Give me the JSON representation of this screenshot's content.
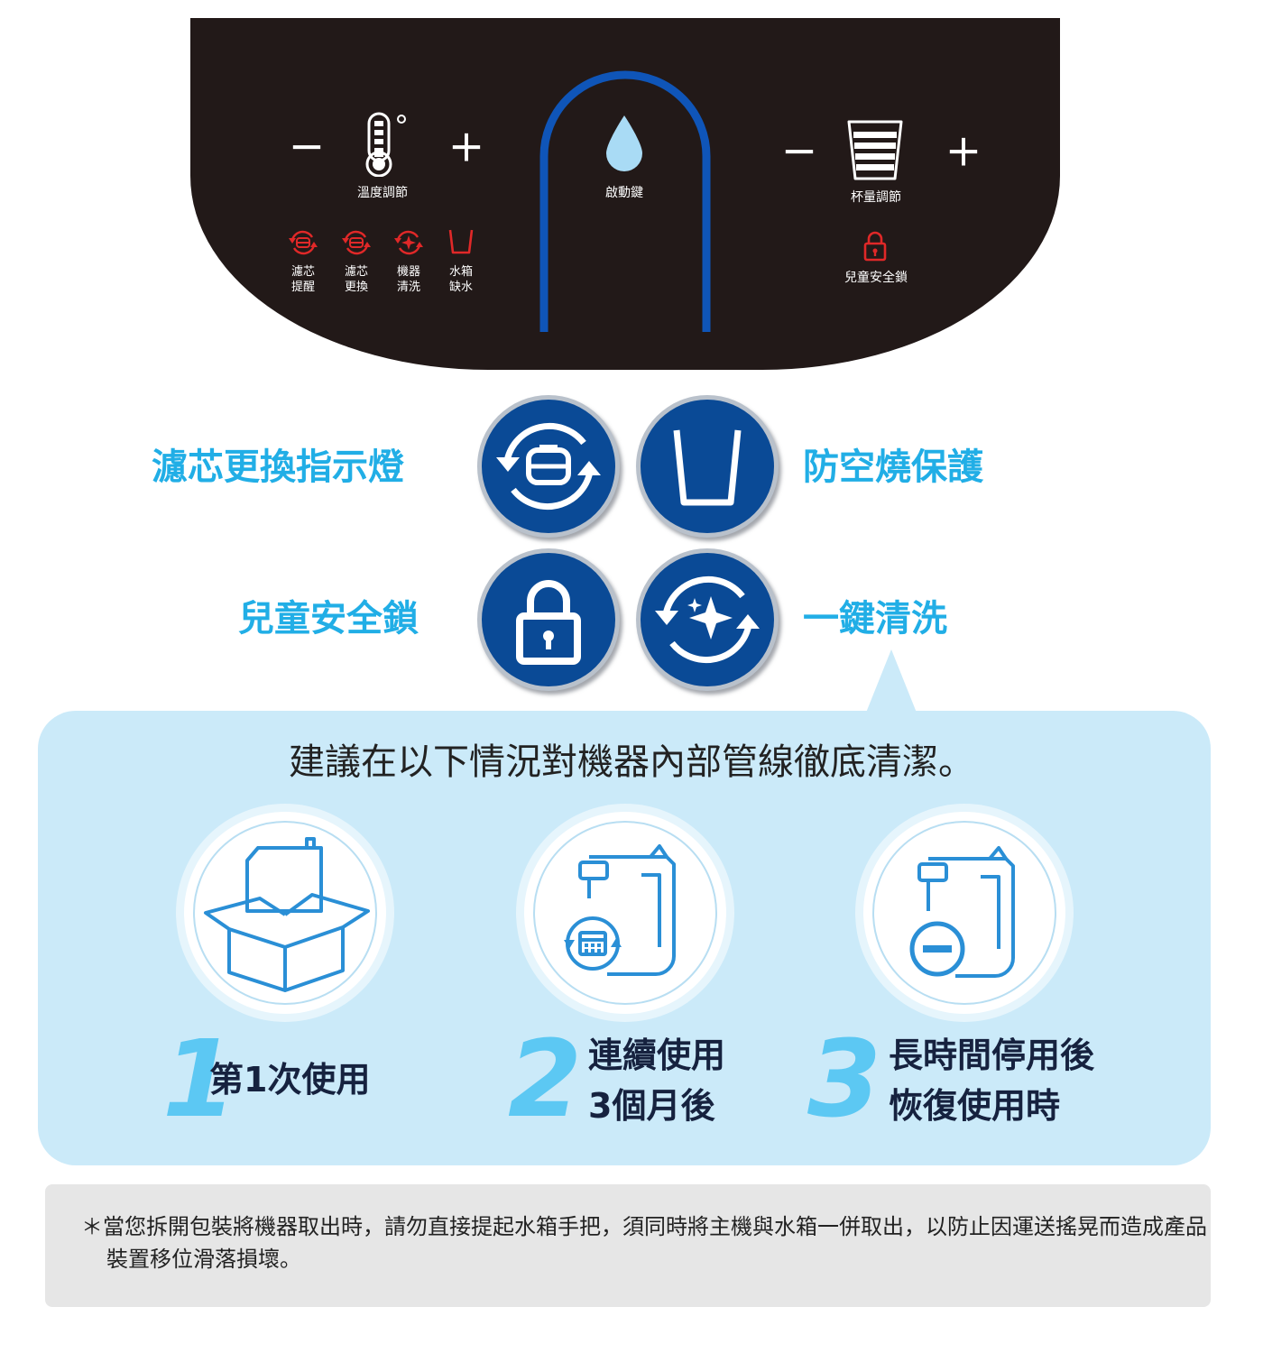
{
  "panel": {
    "temp": {
      "minus": "－",
      "plus": "＋",
      "label": "溫度調節"
    },
    "start": {
      "label": "啟動鍵"
    },
    "cup": {
      "minus": "－",
      "plus": "＋",
      "label": "杯量調節"
    },
    "indicators": [
      {
        "line1": "濾芯",
        "line2": "提醒"
      },
      {
        "line1": "濾芯",
        "line2": "更換"
      },
      {
        "line1": "機器",
        "line2": "清洗"
      },
      {
        "line1": "水箱",
        "line2": "缺水"
      }
    ],
    "child_lock": {
      "label": "兒童安全鎖"
    },
    "colors": {
      "panel_bg": "#221918",
      "arch": "#0f55b8",
      "drop": "#a9dbf5",
      "indicator_red": "#e02828"
    }
  },
  "features": {
    "filter": {
      "label": "濾芯更換指示燈",
      "icon": "filter-change-icon"
    },
    "dry": {
      "label": "防空燒保護",
      "icon": "empty-cup-icon"
    },
    "lock": {
      "label": "兒童安全鎖",
      "icon": "lock-icon"
    },
    "clean": {
      "label": "一鍵清洗",
      "icon": "sparkle-clean-icon"
    },
    "colors": {
      "circle": "#0a4a96",
      "label": "#21aee6"
    }
  },
  "info": {
    "title": "建議在以下情況對機器內部管線徹底清潔。",
    "steps": [
      {
        "number": "1",
        "line1": "第1次使用",
        "line2": "",
        "icon": "box-unpack-icon"
      },
      {
        "number": "2",
        "line1": "連續使用",
        "line2": "3個月後",
        "icon": "calendar-cycle-icon"
      },
      {
        "number": "3",
        "line1": "長時間停用後",
        "line2": "恢復使用時",
        "icon": "minus-pause-icon"
      }
    ],
    "colors": {
      "box_bg": "#cbeaf9",
      "number": "#5cc8f3",
      "icon_line": "#2a8fd6"
    }
  },
  "note": {
    "text": "＊當您拆開包裝將機器取出時，請勿直接提起水箱手把，須同時將主機與水箱一併取出，以防止因運送搖晃而造成產品裝置移位滑落損壞。"
  }
}
